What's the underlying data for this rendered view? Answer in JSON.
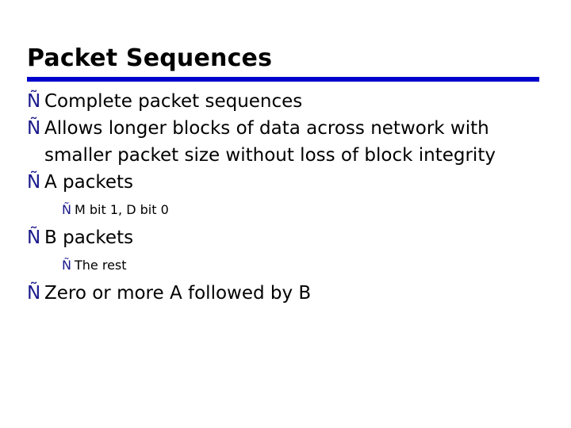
{
  "slide": {
    "title": "Packet Sequences",
    "rule_color": "#0000cc",
    "bullet_glyph": "Ñ",
    "bullet_color": "#1a1a8c",
    "text_color": "#000000",
    "background": "#ffffff",
    "bullets": [
      {
        "level": 1,
        "text": "Complete packet sequences"
      },
      {
        "level": 1,
        "text": "Allows longer blocks of data across network with smaller packet size without loss of block integrity"
      },
      {
        "level": 1,
        "text": "A packets"
      },
      {
        "level": 2,
        "text": "M bit 1, D bit 0"
      },
      {
        "level": 1,
        "text": "B packets"
      },
      {
        "level": 2,
        "text": "The rest"
      },
      {
        "level": 1,
        "text": "Zero or more A followed by B"
      }
    ]
  }
}
